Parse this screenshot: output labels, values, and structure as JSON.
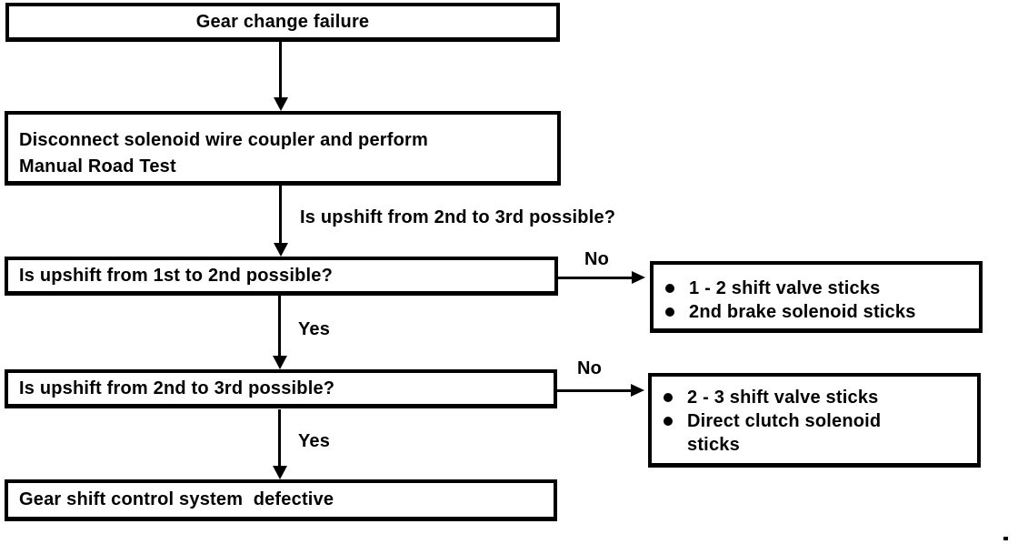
{
  "flow": {
    "start": {
      "label": "Gear change failure"
    },
    "road_test": {
      "lines": [
        "Disconnect solenoid wire coupler and perform",
        "Manual Road Test"
      ]
    },
    "edge_question": "Is upshift from 2nd to 3rd possible?",
    "q1": {
      "label": "Is upshift from 1st to 2nd possible?",
      "no": "No",
      "yes": "Yes"
    },
    "q2": {
      "label": "Is upshift from 2nd to 3rd possible?",
      "no": "No",
      "yes": "Yes"
    },
    "result1": {
      "items": [
        "1 - 2 shift valve sticks",
        "2nd brake solenoid sticks"
      ]
    },
    "result2": {
      "items": [
        "2 - 3 shift valve sticks",
        "Direct clutch solenoid sticks"
      ]
    },
    "final": {
      "label": "Gear shift control system  defective"
    },
    "colors": {
      "ink": "#000000",
      "paper": "#ffffff"
    }
  }
}
